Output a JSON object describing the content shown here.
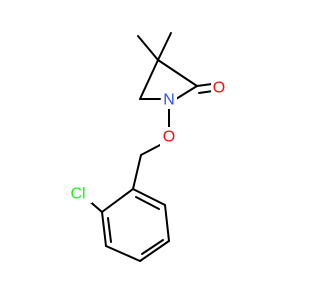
{
  "molecule": {
    "atoms": {
      "oxygen_carbonyl": {
        "symbol": "O",
        "color": "#ff0d0d"
      },
      "nitrogen": {
        "symbol": "N",
        "color": "#3050f8"
      },
      "oxygen_ether": {
        "symbol": "O",
        "color": "#ff0d0d"
      },
      "chlorine": {
        "symbol": "Cl",
        "color": "#1ff01f"
      }
    }
  }
}
